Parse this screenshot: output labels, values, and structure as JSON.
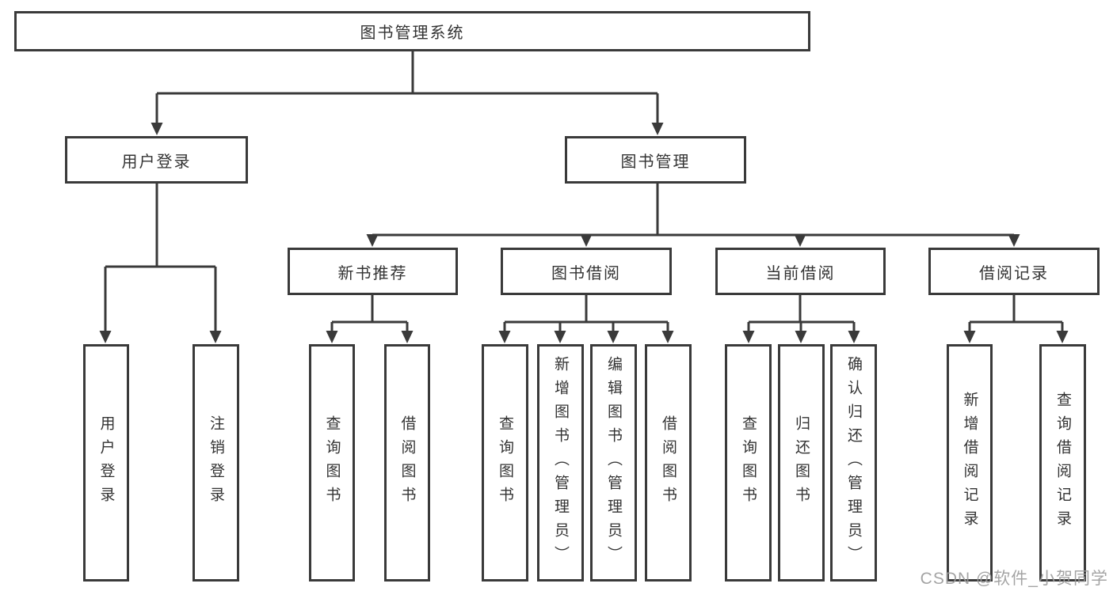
{
  "diagram": {
    "title": "图书管理系统",
    "nodes": [
      {
        "id": "root",
        "label": "图书管理系统",
        "parent": null
      },
      {
        "id": "user-login",
        "label": "用户登录",
        "parent": "root"
      },
      {
        "id": "book-mgmt",
        "label": "图书管理",
        "parent": "root"
      },
      {
        "id": "new-book-rec",
        "label": "新书推荐",
        "parent": "book-mgmt"
      },
      {
        "id": "book-borrow",
        "label": "图书借阅",
        "parent": "book-mgmt"
      },
      {
        "id": "current-borrow",
        "label": "当前借阅",
        "parent": "book-mgmt"
      },
      {
        "id": "borrow-records",
        "label": "借阅记录",
        "parent": "book-mgmt"
      },
      {
        "id": "leaf-user-login",
        "label": "用户登录",
        "parent": "user-login"
      },
      {
        "id": "leaf-logout",
        "label": "注销登录",
        "parent": "user-login"
      },
      {
        "id": "leaf-nbr-query",
        "label": "查询图书",
        "parent": "new-book-rec"
      },
      {
        "id": "leaf-nbr-borrow",
        "label": "借阅图书",
        "parent": "new-book-rec"
      },
      {
        "id": "leaf-bb-query",
        "label": "查询图书",
        "parent": "book-borrow"
      },
      {
        "id": "leaf-bb-add",
        "label": "新增图书（管理员）",
        "parent": "book-borrow"
      },
      {
        "id": "leaf-bb-edit",
        "label": "编辑图书（管理员）",
        "parent": "book-borrow"
      },
      {
        "id": "leaf-bb-borrow",
        "label": "借阅图书",
        "parent": "book-borrow"
      },
      {
        "id": "leaf-cb-query",
        "label": "查询图书",
        "parent": "current-borrow"
      },
      {
        "id": "leaf-cb-return",
        "label": "归还图书",
        "parent": "current-borrow"
      },
      {
        "id": "leaf-cb-confirm",
        "label": "确认归还（管理员）",
        "parent": "current-borrow"
      },
      {
        "id": "leaf-br-add",
        "label": "新增借阅记录",
        "parent": "borrow-records"
      },
      {
        "id": "leaf-br-query",
        "label": "查询借阅记录",
        "parent": "borrow-records"
      }
    ]
  },
  "watermark": {
    "text": "CSDN @软件_小贺同学"
  },
  "colors": {
    "line": "#3a3a3a",
    "text": "#333333",
    "background": "#ffffff",
    "watermark": "#9b9b9b"
  }
}
